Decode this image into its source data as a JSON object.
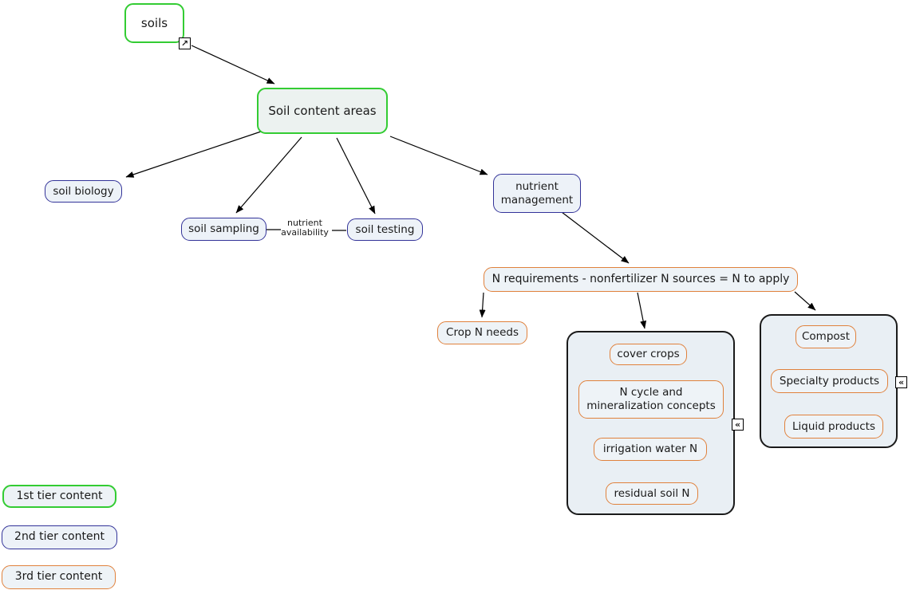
{
  "map": {
    "nodes": {
      "soils": "soils",
      "soil_content_areas": "Soil content areas",
      "soil_biology": "soil biology",
      "soil_sampling": "soil sampling",
      "soil_testing": "soil testing",
      "nutrient_management": "nutrient management",
      "n_requirements": "N requirements - nonfertilizer N sources = N to apply",
      "crop_n_needs": "Crop N needs",
      "cover_crops": "cover crops",
      "n_cycle_mineralization": "N cycle and mineralization concepts",
      "irrigation_water_n": "irrigation water N",
      "residual_soil_n": "residual soil N",
      "compost": "Compost",
      "specialty_products": "Specialty products",
      "liquid_products": "Liquid products"
    },
    "linking_phrase": "nutrient availability",
    "legend": {
      "tier1": "1st tier content",
      "tier2": "2nd tier content",
      "tier3": "3rd tier content"
    },
    "icons": {
      "resource_link": "↗",
      "collapse_left": "«"
    },
    "colors": {
      "tier1_border": "#33cc33",
      "tier2_border": "#333399",
      "tier3_border": "#e0813c",
      "group_border": "#1a1a1a",
      "node_fill": "#edf2f6",
      "group_fill": "#e9eff4",
      "arrow": "#000000",
      "background": "#ffffff"
    }
  }
}
